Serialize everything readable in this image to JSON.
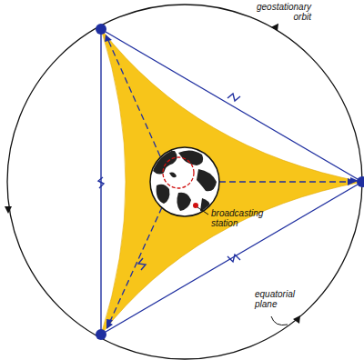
{
  "diagram": {
    "labels": [
      "geostationary orbit",
      "broadcasting station",
      "equatorial plane"
    ]
  }
}
